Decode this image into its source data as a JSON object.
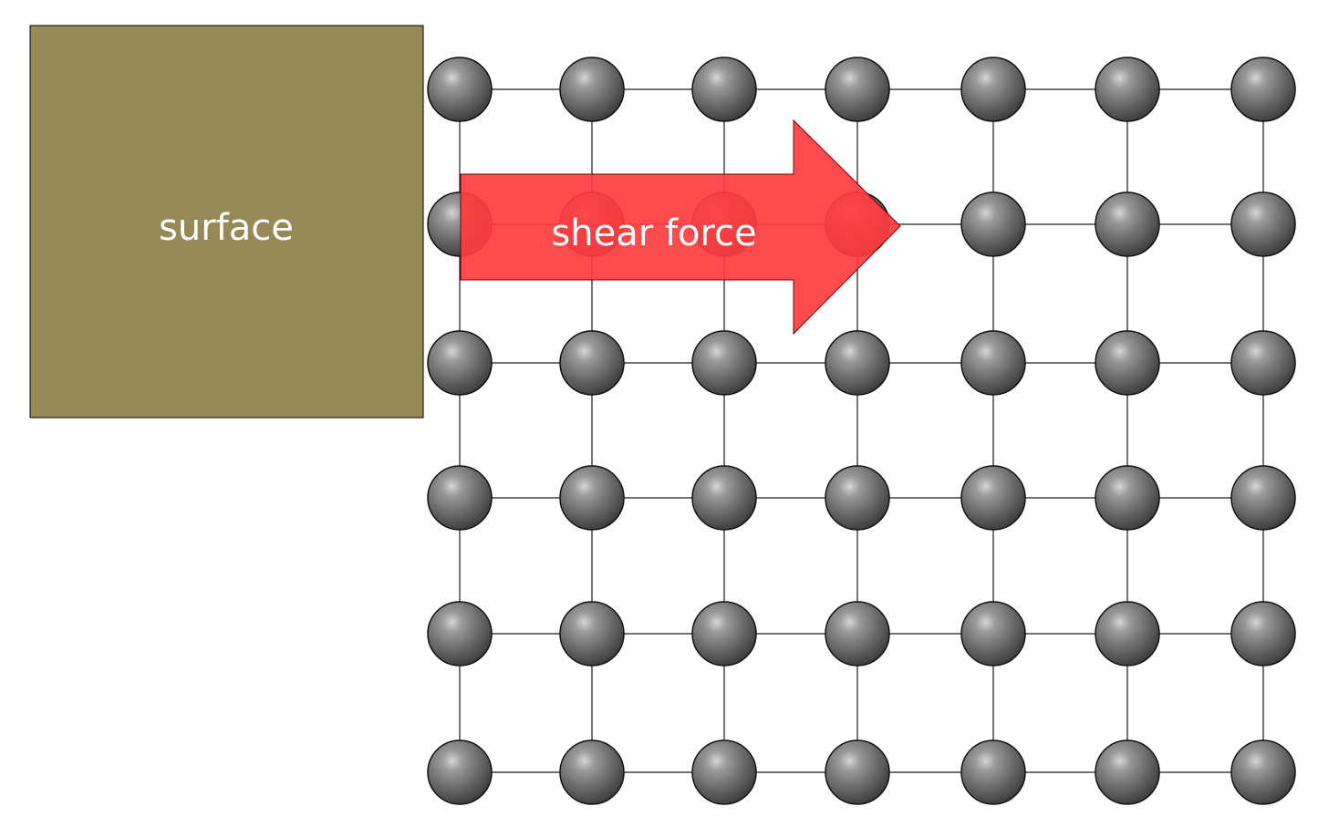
{
  "surface": {
    "label": "surface",
    "color": "#958956"
  },
  "arrow": {
    "label": "shear force",
    "color": "#ff3b3f"
  },
  "lattice": {
    "rows": 6,
    "columns": 7,
    "atom_color": "#6e6e6e",
    "bond_color": "#1a1a1a"
  }
}
